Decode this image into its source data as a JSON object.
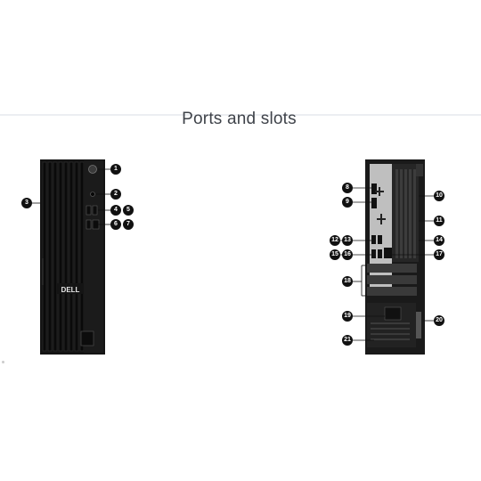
{
  "page": {
    "title": "Ports and slots"
  },
  "front_view": {
    "logo": "DELL",
    "callouts": [
      "1",
      "2",
      "3",
      "4",
      "5",
      "6",
      "7"
    ]
  },
  "rear_view": {
    "callouts": [
      "8",
      "9",
      "10",
      "11",
      "12",
      "13",
      "14",
      "15",
      "16",
      "17",
      "18",
      "19",
      "20",
      "21"
    ]
  }
}
